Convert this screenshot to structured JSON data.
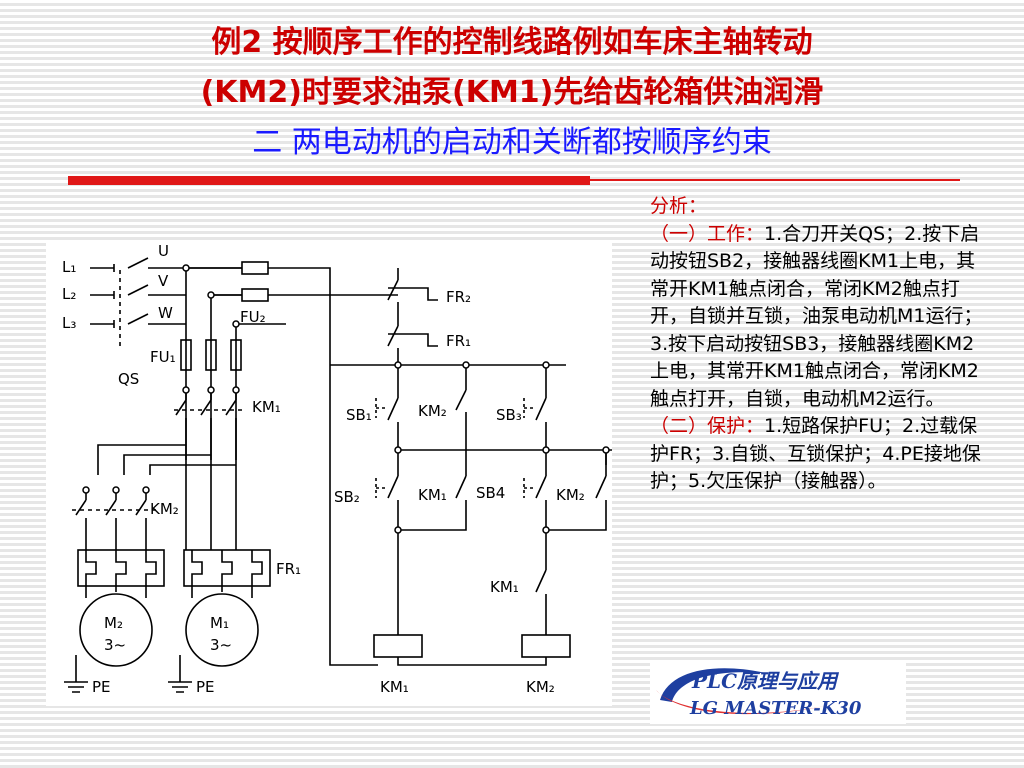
{
  "title": {
    "line1": "例2 按顺序工作的控制线路例如车床主轴转动",
    "line2": "(KM2)时要求油泵(KM1)先给齿轮箱供油润滑",
    "line3": "二 两电动机的启动和关断都按顺序约束"
  },
  "analysis": {
    "heading": "分析：",
    "work_label": "（一）工作：",
    "work_text": "1.合刀开关QS；2.按下启动按钮SB2，接触器线圈KM1上电，其常开KM1触点闭合，常闭KM2触点打开，自锁并互锁，油泵电动机M1运行；3.按下启动按钮SB3，接触器线圈KM2上电，其常开KM1触点闭合，常闭KM2触点打开，自锁，电动机M2运行。",
    "protect_label": "（二）保护：",
    "protect_text": "1.短路保护FU；2.过载保护FR；3.自锁、互锁保护；4.PE接地保护；5.欠压保护（接触器）。"
  },
  "logo": {
    "line1": "PLC原理与应用",
    "line2": "LG MASTER-K30"
  },
  "diagram": {
    "labels": {
      "L1": "L₁",
      "L2": "L₂",
      "L3": "L₃",
      "U": "U",
      "V": "V",
      "W": "W",
      "QS": "QS",
      "FU1": "FU₁",
      "FU2": "FU₂",
      "KM1_main": "KM₁",
      "KM2_main": "KM₂",
      "FR1": "FR₁",
      "FR2": "FR₂",
      "M2": "M₂",
      "M1": "M₁",
      "motor_phase": "3~",
      "PE": "PE",
      "SB1": "SB₁",
      "SB2": "SB₂",
      "SB3": "SB₃",
      "SB4": "SB4",
      "KM1": "KM₁",
      "KM2": "KM₂"
    }
  },
  "colors": {
    "title_red": "#cc0000",
    "title_blue": "#1a1aff",
    "rule_red": "#e01818",
    "logo_blue": "#1e3fa0",
    "logo_red": "#e03030"
  }
}
